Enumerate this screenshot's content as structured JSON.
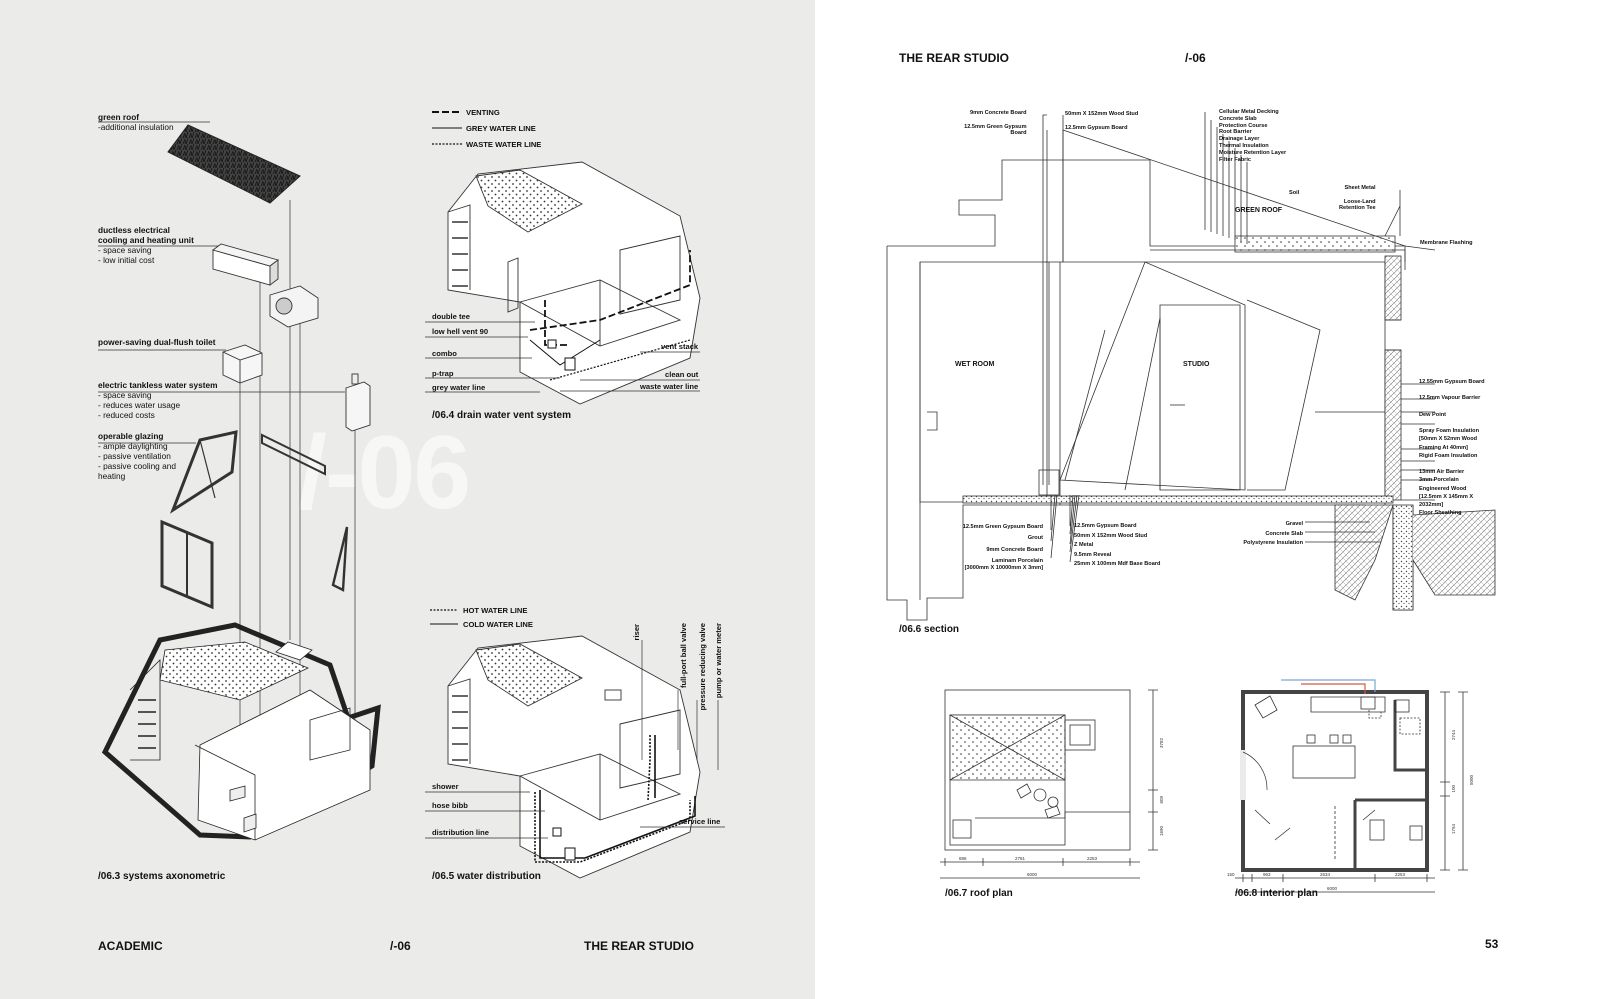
{
  "left": {
    "watermark": "/-06",
    "footer": {
      "section": "ACADEMIC",
      "code": "/-06",
      "title": "THE REAR STUDIO"
    },
    "axonometric": {
      "caption": "/06.3 systems axonometric",
      "labels": [
        {
          "title": "green roof",
          "lines": [
            "-additional insulation"
          ]
        },
        {
          "title": "ductless electrical",
          "title2": "cooling and heating unit",
          "lines": [
            "- space saving",
            "- low initial cost"
          ]
        },
        {
          "title": "power-saving dual-flush toilet",
          "lines": []
        },
        {
          "title": "electric tankless water system",
          "lines": [
            "- space saving",
            "- reduces water usage",
            "- reduced costs"
          ]
        },
        {
          "title": "operable glazing",
          "lines": [
            "- ample daylighting",
            "- passive ventilation",
            "- passive cooling and",
            "heating"
          ]
        }
      ]
    },
    "drain": {
      "caption": "/06.4 drain water vent system",
      "legend": [
        "VENTING",
        "GREY WATER LINE",
        "WASTE WATER LINE"
      ],
      "left_labels": [
        "double tee",
        "low hell vent 90",
        "combo",
        "p-trap",
        "grey water line"
      ],
      "right_labels": [
        "vent stack",
        "clean out",
        "waste water line"
      ]
    },
    "water": {
      "caption": "/06.5 water distribution",
      "legend": [
        "HOT WATER LINE",
        "COLD WATER LINE"
      ],
      "left_labels": [
        "shower",
        "hose bibb",
        "distribution line"
      ],
      "right_labels": [
        "service line"
      ],
      "vertical_labels": [
        "riser",
        "full-port ball valve",
        "pressure reducing valve",
        "pump or water meter"
      ]
    }
  },
  "right": {
    "header": {
      "title": "THE REAR STUDIO",
      "code": "/-06"
    },
    "page_number": "53",
    "section": {
      "caption": "/06.6 section",
      "rooms": [
        "WET ROOM",
        "STUDIO",
        "GREEN ROOF"
      ],
      "top_left": [
        "9mm Concrete Board",
        "12.5mm Green Gypsum",
        "Board"
      ],
      "top_mid": [
        "50mm X 152mm Wood Stud",
        "12.5mm Gypsum Board"
      ],
      "top_right": [
        "Cellular Metal Decking",
        "Concrete Slab",
        "Protection Course",
        "Root Barrier",
        "Drainage Layer",
        "Thermal Insulation",
        "Moisture Retention Layer",
        "Filter Fabric"
      ],
      "roof_edge": [
        "Sheet Metal",
        "Loose-Land",
        "Retention Tee",
        "Soil",
        "Membrane Flashing"
      ],
      "right_wall": [
        "12.55mm Gypsum Board",
        "12.5mm Vapour Barrier",
        "Dew Point",
        "Spray Foam Insulation",
        "[50mm X 52mm Wood",
        "Framing At 40mm]",
        "Rigid Foam Insulation",
        "13mm Air Barrier",
        "3mm Porcelain",
        "Engineered Wood",
        "[12.5mm X 145mm X",
        "2032mm]",
        "Floor Sheathing"
      ],
      "bottom_left": [
        "12.5mm Green Gypsum Board",
        "Grout",
        "9mm Concrete Board",
        "Laminam Porcelain",
        "[3000mm X 10000mm X 3mm]"
      ],
      "bottom_mid": [
        "12.5mm Gypsum Board",
        "50mm X 152mm Wood Stud",
        "Z Metal",
        "9.5mm Reveal",
        "25mm X 100mm Mdf Base Board"
      ],
      "bottom_right": [
        "Gravel",
        "Concrete Slab",
        "Polystyrene Insulation"
      ]
    },
    "roof_plan": {
      "caption": "/06.7 roof plan",
      "dims": [
        "886",
        "2781",
        "2253",
        "6000",
        "3782",
        "609",
        "1690"
      ]
    },
    "interior_plan": {
      "caption": "/06.8 interior plan",
      "dims": [
        "150",
        "963",
        "2634",
        "2253",
        "6000",
        "2744",
        "100",
        "1794",
        "5000"
      ]
    }
  }
}
